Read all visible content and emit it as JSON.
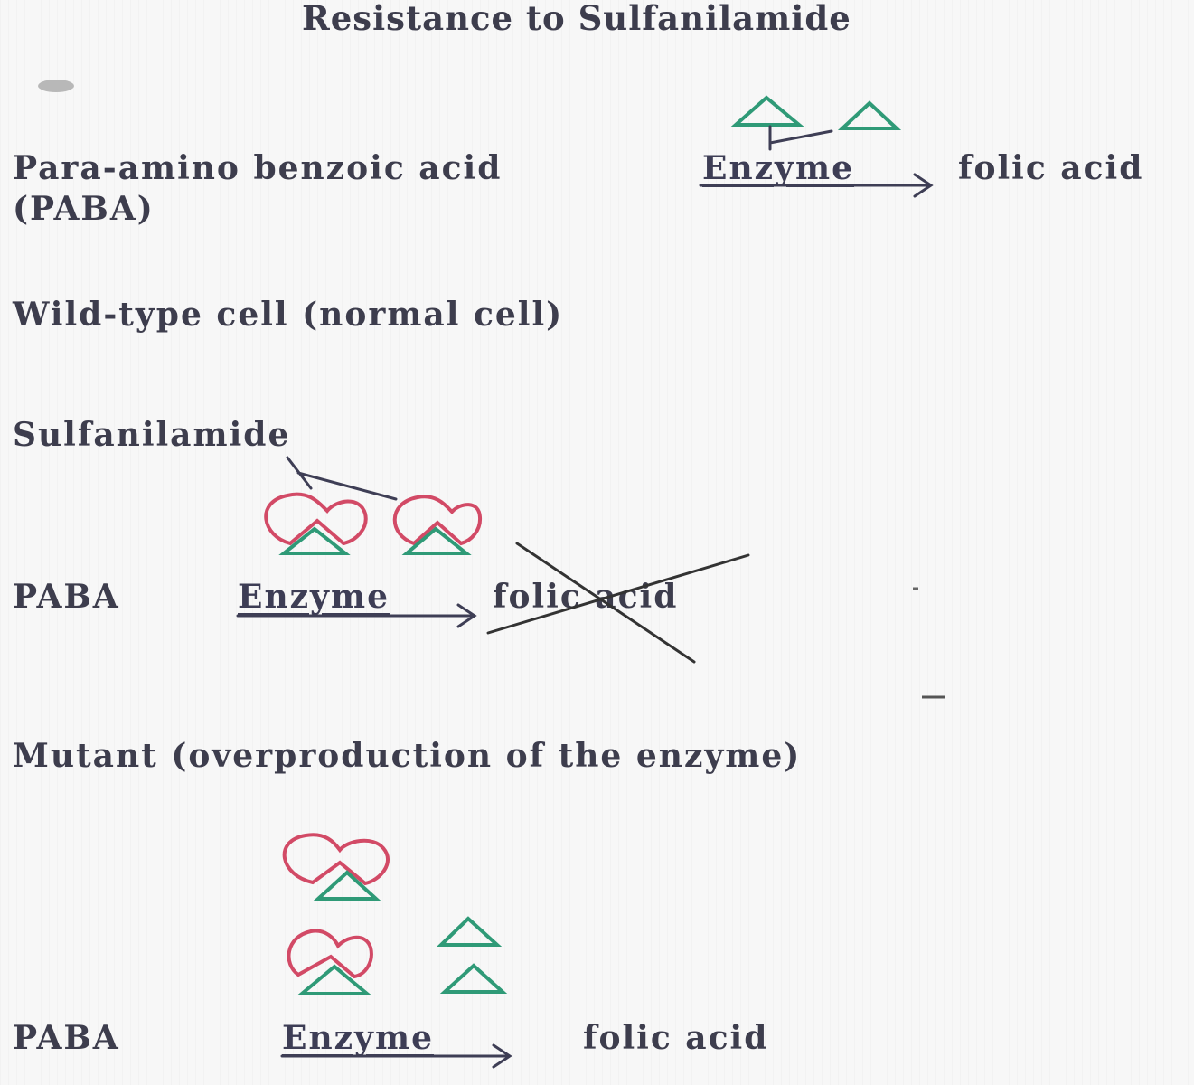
{
  "title": "Resistance to Sulfanilamide",
  "reaction": {
    "substrate": "Para-amino benzoic acid",
    "substrate_abbrev": "(PABA)",
    "enzyme": "Enzyme",
    "product": "folic acid"
  },
  "wild_type": {
    "heading": "Wild-type cell (normal cell)",
    "inhibitor": "Sulfanilamide",
    "substrate": "PABA",
    "enzyme": "Enzyme",
    "product": "folic acid"
  },
  "mutant": {
    "heading": "Mutant  (overproduction of the enzyme)",
    "substrate": "PABA",
    "enzyme": "Enzyme",
    "product": "folic acid"
  },
  "colors": {
    "inhibitor": "#d24a66",
    "enzyme_symbol": "#2f9a77",
    "ink": "#3d3d4d"
  },
  "icons": [
    "enzyme-triangle-icon",
    "sulfanilamide-bound-icon",
    "arrow-icon",
    "strike-cross-icon"
  ]
}
